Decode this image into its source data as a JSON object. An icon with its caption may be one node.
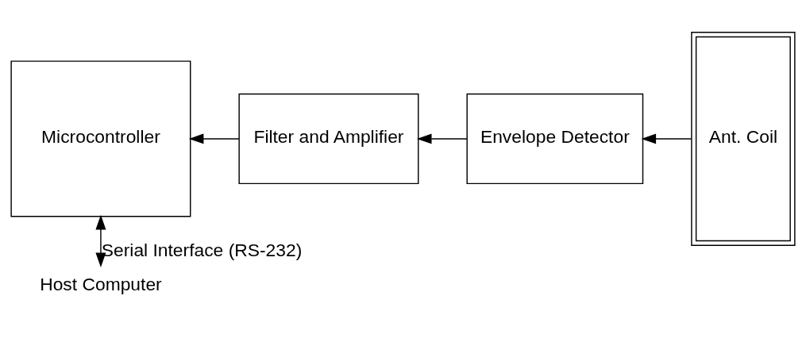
{
  "diagram": {
    "nodes": [
      {
        "text": [
          "Microcontroller"
        ]
      },
      {
        "text": [
          "Filter and Amplifier"
        ]
      },
      {
        "text": [
          "Envelope Detector"
        ]
      },
      {
        "text": [
          "Ant. Coil"
        ]
      },
      {
        "text": [
          "Host Computer"
        ]
      }
    ],
    "edges": [
      {
        "from": 3,
        "to": 2,
        "arrow": "to"
      },
      {
        "from": 2,
        "to": 1,
        "arrow": "to"
      },
      {
        "from": 1,
        "to": 0,
        "arrow": "to"
      },
      {
        "from": 0,
        "to": 4,
        "arrow": "both",
        "label": "Serial Interface (RS-232)"
      }
    ]
  }
}
